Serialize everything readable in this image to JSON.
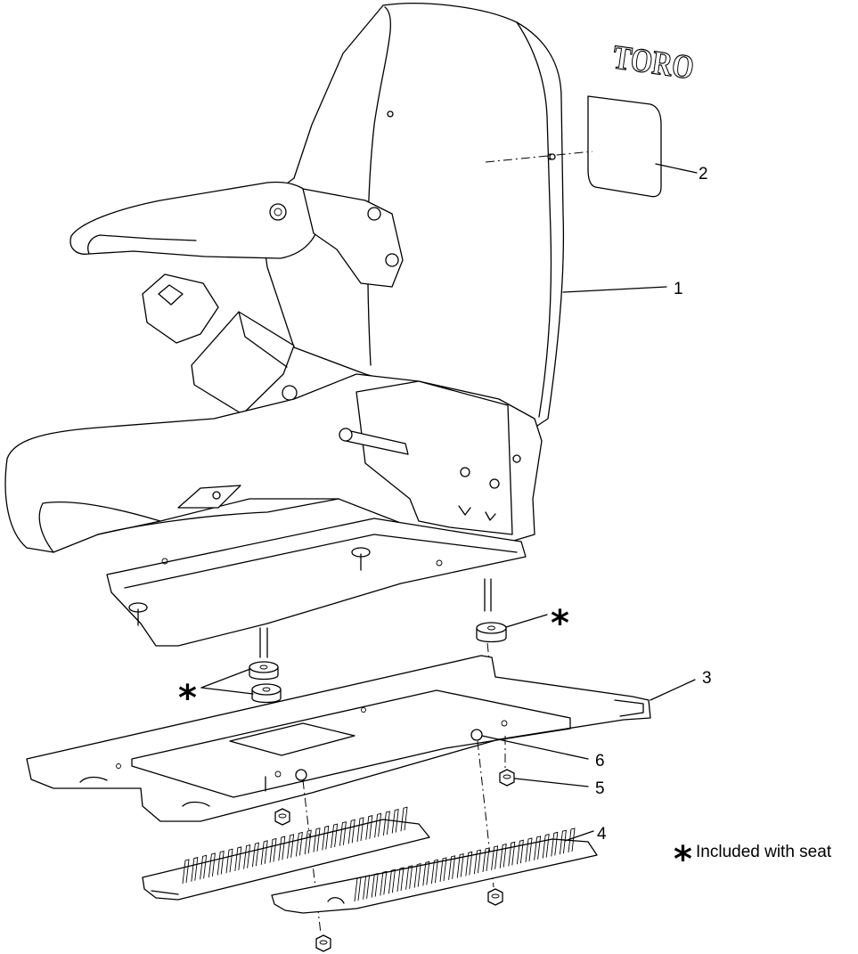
{
  "callouts": {
    "c1": "1",
    "c2": "2",
    "c3": "3",
    "c4": "4",
    "c5": "5",
    "c6": "6"
  },
  "asterisk": "*",
  "legend": {
    "text": "Included with seat"
  },
  "logo": {
    "text": "TORO"
  }
}
